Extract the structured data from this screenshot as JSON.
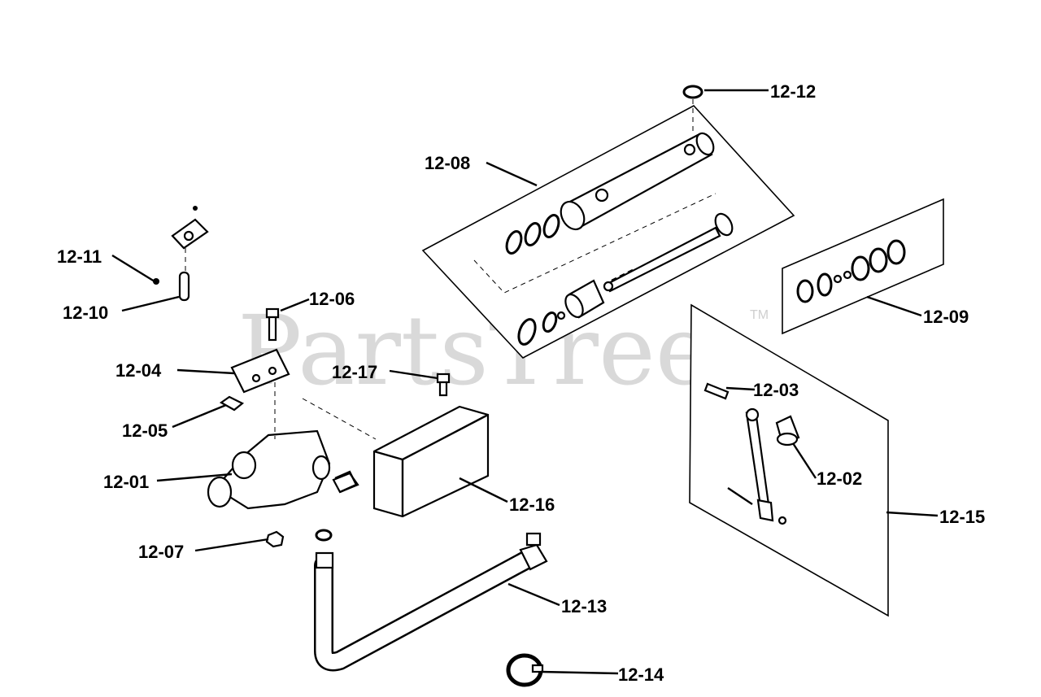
{
  "watermark": "PartsTree",
  "trademark": "TM",
  "callouts": [
    {
      "id": "12-01",
      "label": "12-01"
    },
    {
      "id": "12-02",
      "label": "12-02"
    },
    {
      "id": "12-03",
      "label": "12-03"
    },
    {
      "id": "12-04",
      "label": "12-04"
    },
    {
      "id": "12-05",
      "label": "12-05"
    },
    {
      "id": "12-06",
      "label": "12-06"
    },
    {
      "id": "12-07",
      "label": "12-07"
    },
    {
      "id": "12-08",
      "label": "12-08"
    },
    {
      "id": "12-09",
      "label": "12-09"
    },
    {
      "id": "12-10",
      "label": "12-10"
    },
    {
      "id": "12-11",
      "label": "12-11"
    },
    {
      "id": "12-12",
      "label": "12-12"
    },
    {
      "id": "12-13",
      "label": "12-13"
    },
    {
      "id": "12-14",
      "label": "12-14"
    },
    {
      "id": "12-15",
      "label": "12-15"
    },
    {
      "id": "12-16",
      "label": "12-16"
    },
    {
      "id": "12-17",
      "label": "12-17"
    }
  ]
}
